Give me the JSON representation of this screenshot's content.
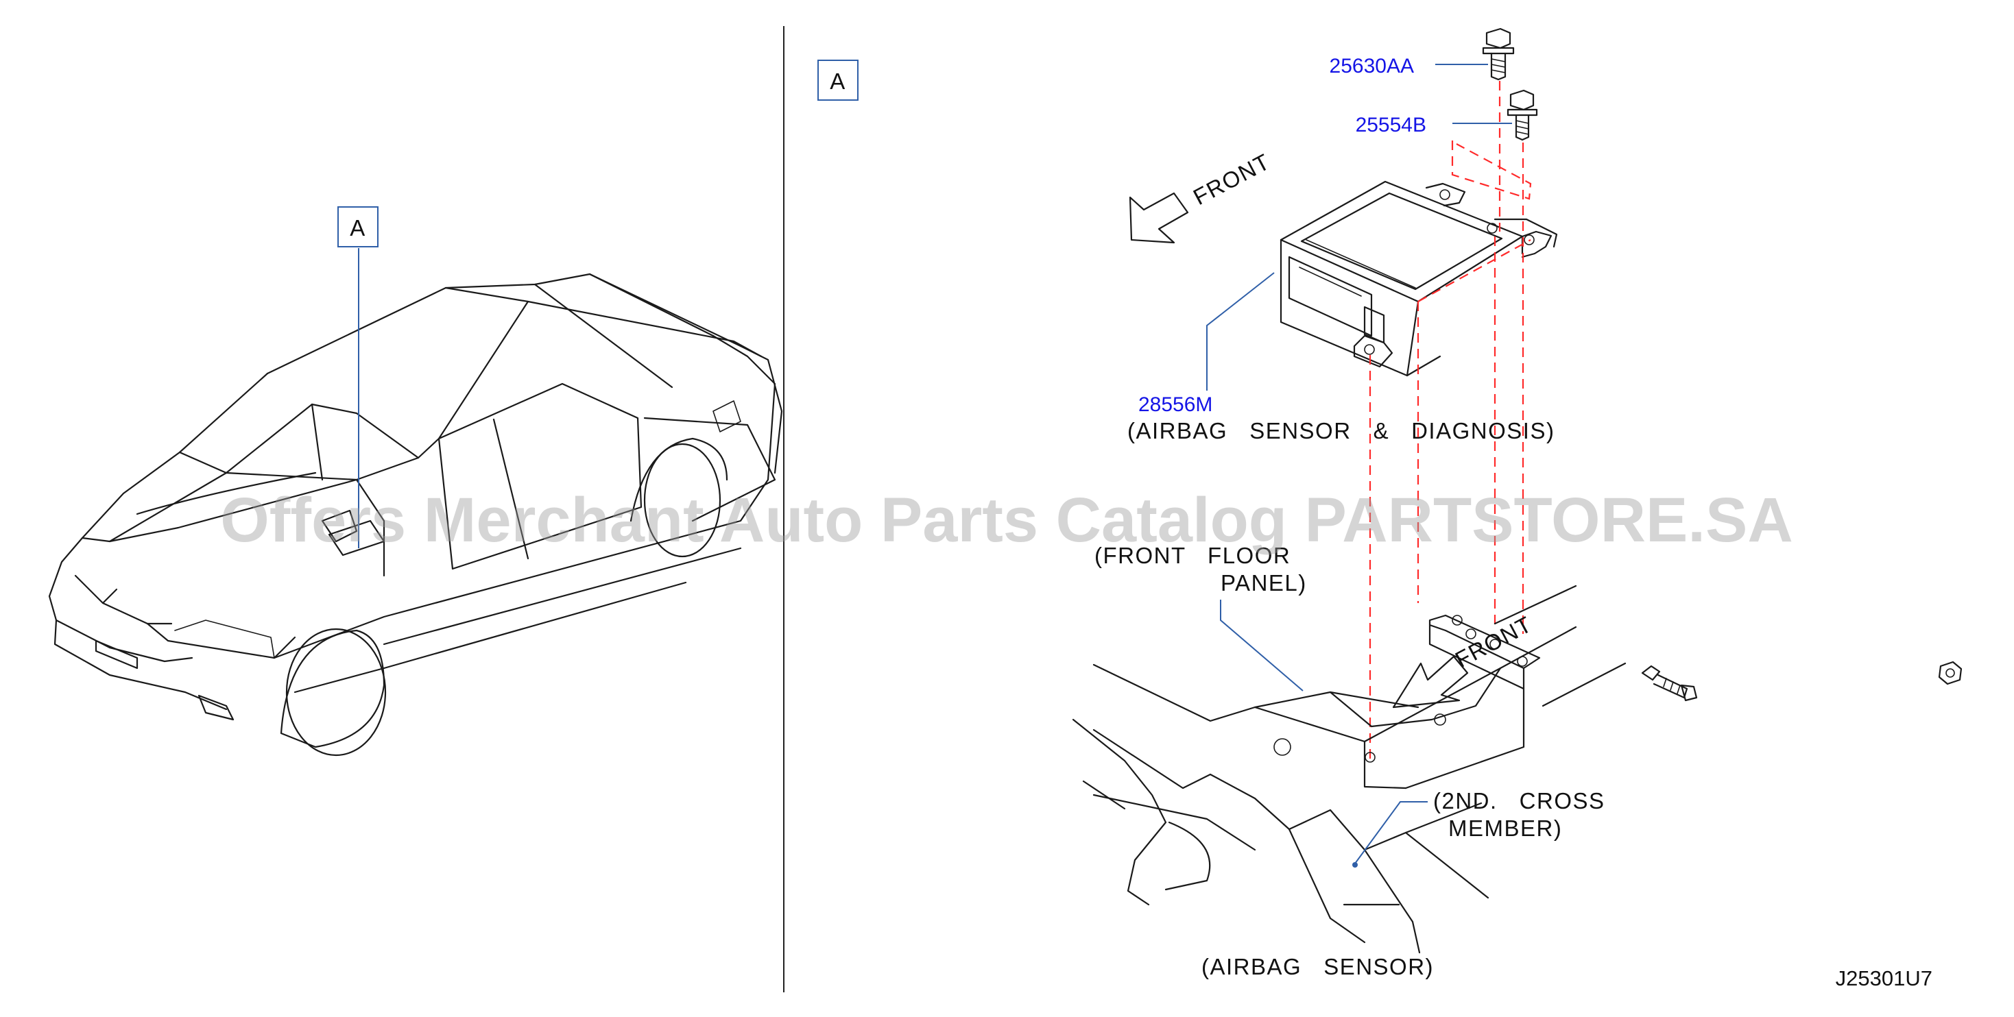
{
  "view_ref_label": "A",
  "detail_ref_label": "A",
  "parts": {
    "bolt_upper": "25630AA",
    "bolt_lower": "25554B",
    "sensor_unit": "28556M"
  },
  "labels": {
    "sensor_description": "(AIRBAG   SENSOR   &   DIAGNOSIS)",
    "front_upper": "FRONT",
    "front_lower": "FRONT",
    "floor_panel_line1": "(FRONT   FLOOR",
    "floor_panel_line2": "PANEL)",
    "cross_member_line1": "(2ND.   CROSS",
    "cross_member_line2": "MEMBER)",
    "diagram_title": "(AIRBAG   SENSOR)",
    "diagram_code": "J25301U7"
  },
  "watermark": "Offers Merchant Auto Parts Catalog PARTSTORE.SA",
  "colors": {
    "part_number": "#1414e6",
    "leader_line": "#2f5fa8",
    "dashed_guide": "#ff2a2a"
  }
}
